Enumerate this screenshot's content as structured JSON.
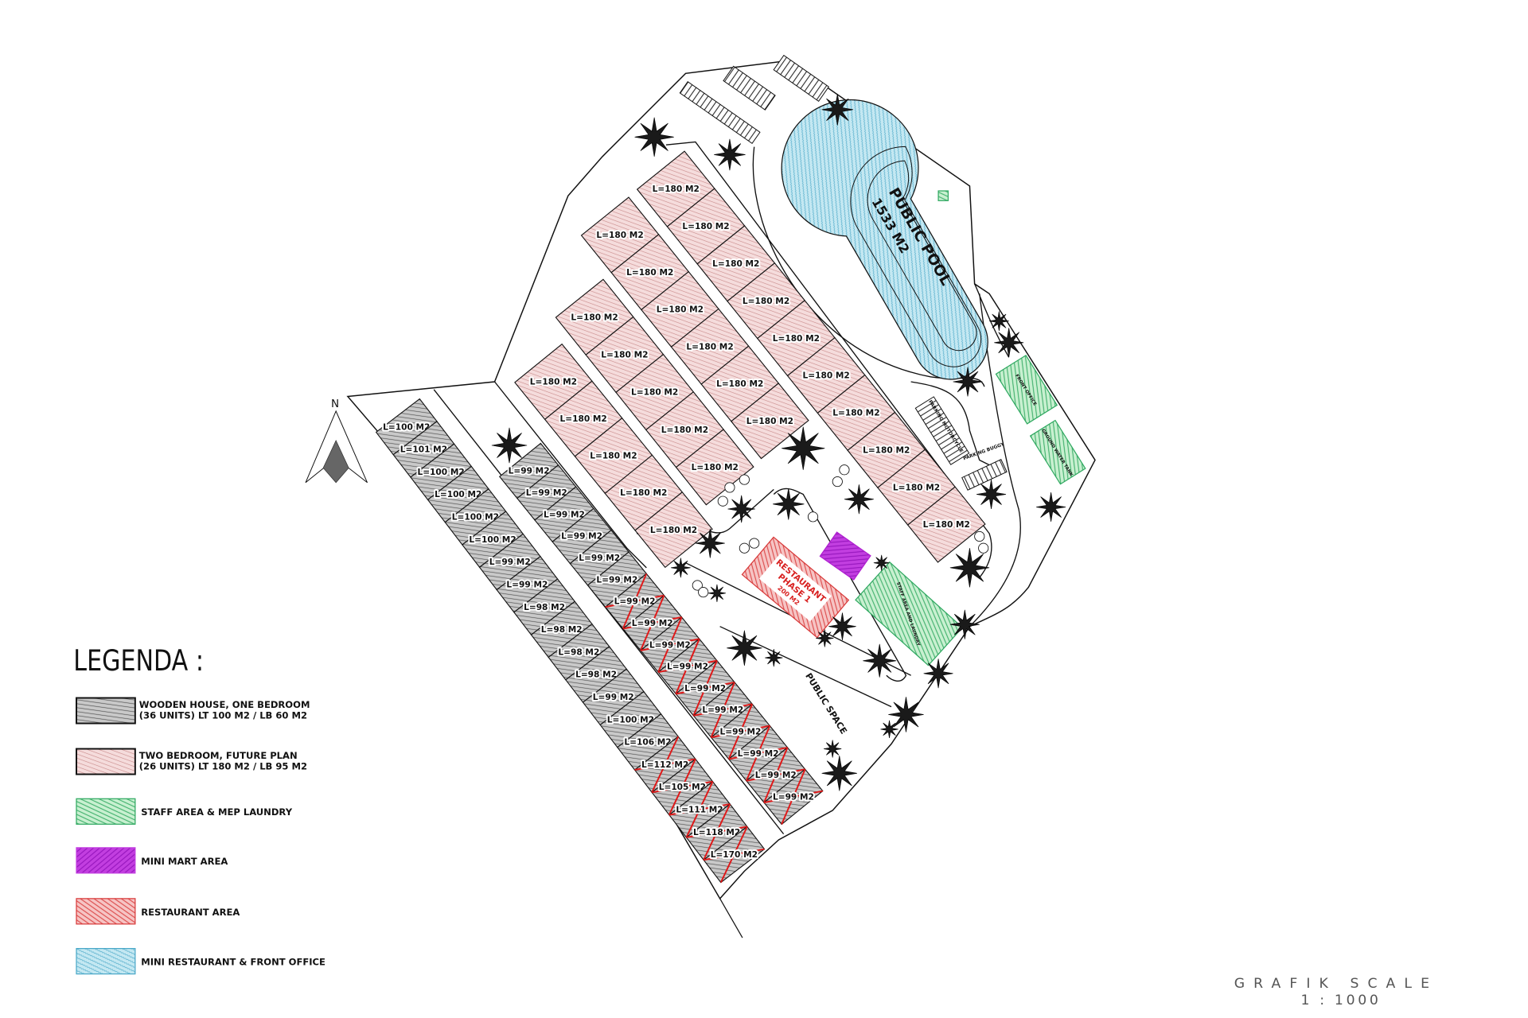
{
  "legend": {
    "title": "LEGENDA :",
    "items": [
      {
        "line1": "WOODEN HOUSE, ONE BEDROOM",
        "line2": "(36 UNITS) LT 100 M2 / LB 60 M2",
        "color": "#c4c4c4"
      },
      {
        "line1": "TWO BEDROOM, FUTURE PLAN",
        "line2": "(26 UNITS) LT 180 M2 / LB 95 M2",
        "color": "#f3d3d3"
      },
      {
        "line1": "STAFF AREA & MEP LAUNDRY",
        "line2": "",
        "color": "#a8e2b4"
      },
      {
        "line1": "MINI MART AREA",
        "line2": "",
        "color": "#c23ee0"
      },
      {
        "line1": "RESTAURANT AREA",
        "line2": "",
        "color": "#f0a8a8"
      },
      {
        "line1": "MINI RESTAURANT & FRONT OFFICE",
        "line2": "",
        "color": "#bfe6f0"
      }
    ]
  },
  "plots": {
    "wooden_west": [
      "L=100 M2",
      "L=101 M2",
      "L=100 M2",
      "L=100 M2",
      "L=100 M2",
      "L=100 M2",
      "L=99 M2",
      "L=99 M2",
      "L=98 M2",
      "L=98 M2",
      "L=98 M2",
      "L=98 M2",
      "L=99 M2",
      "L=100 M2",
      "L=106 M2",
      "L=112 M2",
      "L=105 M2",
      "L=111 M2",
      "L=118 M2",
      "L=170 M2"
    ],
    "wooden_east": [
      "L=99 M2",
      "L=99 M2",
      "L=99 M2",
      "L=99 M2",
      "L=99 M2",
      "L=99 M2",
      "L=99 M2",
      "L=99 M2",
      "L=99 M2",
      "L=99 M2",
      "L=99 M2",
      "L=99 M2",
      "L=99 M2",
      "L=99 M2",
      "L=99 M2",
      "L=99 M2"
    ],
    "two_bedroom_1": [
      "L=180 M2",
      "L=180 M2",
      "L=180 M2",
      "L=180 M2",
      "L=180 M2"
    ],
    "two_bedroom_2": [
      "L=180 M2",
      "L=180 M2",
      "L=180 M2",
      "L=180 M2",
      "L=180 M2"
    ],
    "two_bedroom_3": [
      "L=180 M2",
      "L=180 M2",
      "L=180 M2",
      "L=180 M2",
      "L=180 M2",
      "L=180 M2"
    ],
    "two_bedroom_4": [
      "L=180 M2",
      "L=180 M2",
      "L=180 M2",
      "L=180 M2",
      "L=180 M2",
      "L=180 M2",
      "L=180 M2",
      "L=180 M2",
      "L=180 M2",
      "L=180 M2"
    ]
  },
  "crossed_out": {
    "wooden_west": [
      15,
      16,
      17,
      18,
      19
    ],
    "wooden_east": [
      6,
      7,
      8,
      9,
      10,
      11,
      12,
      13,
      14,
      15
    ]
  },
  "facilities": {
    "pool_name": "PUBLIC POOL",
    "pool_area": "1533 M2",
    "restaurant_name": "RESTAURANT",
    "restaurant_phase": "PHASE 1",
    "restaurant_area": "200 M2",
    "staff_area": "STAFF AREA AND LAUNDRY",
    "front_office": "FRONT OFFICE",
    "water_tank": "GROUND WATER TANK",
    "parking_motorcycle": "PARKING MOTORCYCLE",
    "parking_buggy": "PARKING BUGGY",
    "public_space": "PUBLIC SPACE"
  },
  "north_label": "N",
  "scale": {
    "title": "GRAFIK SCALE",
    "ratio": "1 : 1000"
  }
}
